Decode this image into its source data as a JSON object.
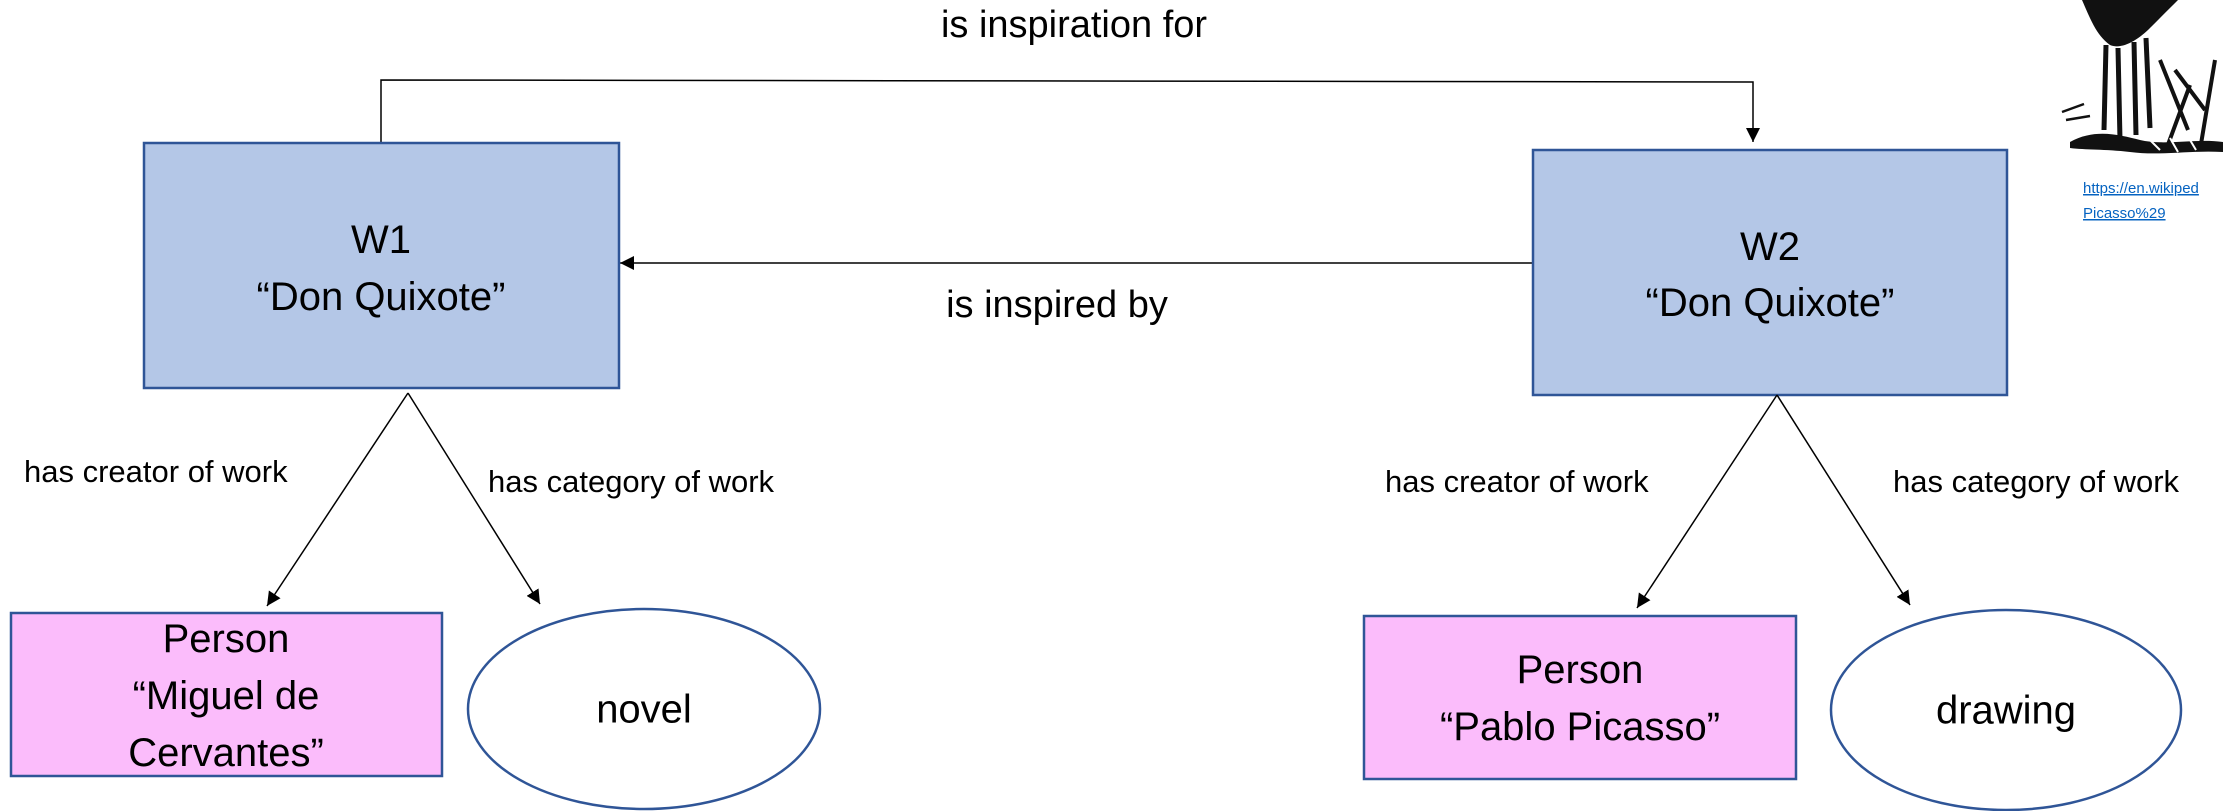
{
  "diagram": {
    "colors": {
      "work_fill": "#b4c7e7",
      "work_stroke": "#2f5597",
      "person_fill": "#fbbcfb",
      "person_stroke": "#2f5597",
      "category_stroke": "#2f5597",
      "edge": "#000000",
      "link": "#0563c1"
    },
    "nodes": {
      "w1": {
        "id": "W1",
        "title": "“Don Quixote”"
      },
      "w2": {
        "id": "W2",
        "title": "“Don Quixote”"
      },
      "person1": {
        "type": "Person",
        "line1": "“Miguel de",
        "line2": "Cervantes”"
      },
      "person2": {
        "type": "Person",
        "name": "“Pablo Picasso”"
      },
      "category1": {
        "label": "novel"
      },
      "category2": {
        "label": "drawing"
      }
    },
    "edges": {
      "inspiration_for": "is inspiration for",
      "inspired_by": "is inspired by",
      "w1_creator": "has creator of work",
      "w1_category": "has category of work",
      "w2_creator": "has creator of work",
      "w2_category": "has category of work"
    },
    "image": {
      "icon": "picasso-don-quixote-sketch-icon",
      "link_line1": "https://en.wikiped",
      "link_line2": "Picasso%29"
    }
  }
}
